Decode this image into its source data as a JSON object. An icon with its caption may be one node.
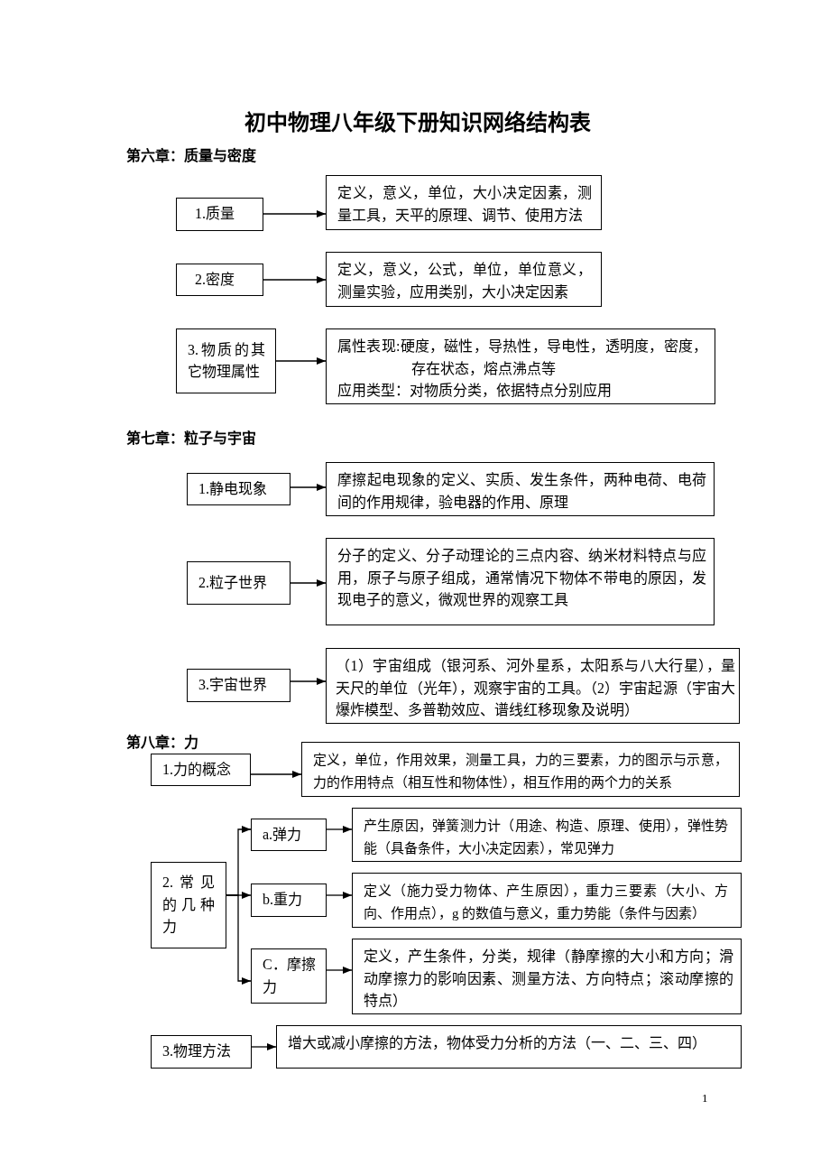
{
  "diagram": {
    "title": "初中物理八年级下册知识网络结构表",
    "nodes": [
      {
        "text": [
          "1.质量"
        ]
      },
      {
        "text": [
          "定义，意义，单位，大小决定因素，测量工具，天平的原理、调节、使用方法"
        ]
      },
      {
        "text": [
          "2.密度"
        ]
      },
      {
        "text": [
          "定义，意义，公式，单位，单位意义，测量实验，应用类别，大小决定因素"
        ]
      },
      {
        "text": [
          "3.物质的其它物理属性"
        ]
      },
      {
        "text": [
          "属性表现:硬度，磁性，导热性，导电性，透明度，密度，存在状态，熔点沸点等",
          "应用类型：对物质分类，依据特点分别应用"
        ]
      },
      {
        "text": [
          "1.静电现象"
        ]
      },
      {
        "text": [
          "摩擦起电现象的定义、实质、发生条件，两种电荷、电荷间的作用规律，验电器的作用、原理"
        ]
      },
      {
        "text": [
          "2.粒子世界"
        ]
      },
      {
        "text": [
          "分子的定义、分子动理论的三点内容、纳米材料特点与应用，原子与原子组成，通常情况下物体不带电的原因，发现电子的意义，微观世界的观察工具"
        ]
      },
      {
        "text": [
          "3.宇宙世界"
        ]
      },
      {
        "text": [
          "（1）宇宙组成（银河系、河外星系，太阳系与八大行星），量天尺的单位（光年），观察宇宙的工具。（2）宇宙起源（宇宙大爆炸模型、多普勒效应、谱线红移现象及说明）"
        ]
      },
      {
        "text": [
          "1.力的概念"
        ]
      },
      {
        "text": [
          "定义，单位，作用效果，测量工具，力的三要素，力的图示与示意，力的作用特点（相互性和物体性），相互作用的两个力的关系"
        ]
      },
      {
        "text": [
          "2.常见的几种力"
        ]
      },
      {
        "text": [
          "a.弹力"
        ]
      },
      {
        "text": [
          "产生原因，弹簧测力计（用途、构造、原理、使用），弹性势能（具备条件，大小决定因素），常见弹力"
        ]
      },
      {
        "text": [
          "b.重力"
        ]
      },
      {
        "text": [
          "定义（施力受力物体、产生原因），重力三要素（大小、方向、作用点），g 的数值与意义，重力势能（条件与因素）"
        ]
      },
      {
        "text": [
          "C．摩擦力"
        ]
      },
      {
        "text": [
          "定义，产生条件，分类，规律（静摩擦的大小和方向；滑动摩擦力的影响因素、测量方法、方向特点；滚动摩擦的特点）"
        ]
      },
      {
        "text": [
          "3.物理方法"
        ]
      },
      {
        "text": [
          "增大或减小摩擦的方法，物体受力分析的方法（一、二、三、四）"
        ]
      }
    ],
    "edges": [
      {
        "from": 0,
        "to": 1,
        "arrow": "to"
      },
      {
        "from": 2,
        "to": 3,
        "arrow": "to"
      },
      {
        "from": 4,
        "to": 5,
        "arrow": "to"
      },
      {
        "from": 6,
        "to": 7,
        "arrow": "to"
      },
      {
        "from": 8,
        "to": 9,
        "arrow": "to"
      },
      {
        "from": 10,
        "to": 11,
        "arrow": "to"
      },
      {
        "from": 12,
        "to": 13,
        "arrow": "to"
      },
      {
        "from": 14,
        "to": 15,
        "arrow": "to"
      },
      {
        "from": 14,
        "to": 17,
        "arrow": "to"
      },
      {
        "from": 14,
        "to": 19,
        "arrow": "to"
      },
      {
        "from": 15,
        "to": 16,
        "arrow": "to"
      },
      {
        "from": 17,
        "to": 18,
        "arrow": "to"
      },
      {
        "from": 19,
        "to": 20,
        "arrow": "to"
      },
      {
        "from": 21,
        "to": 22,
        "arrow": "to"
      }
    ],
    "labels": [
      "第六章：质量与密度",
      "第七章：粒子与宇宙",
      "第八章：力",
      "1"
    ]
  }
}
